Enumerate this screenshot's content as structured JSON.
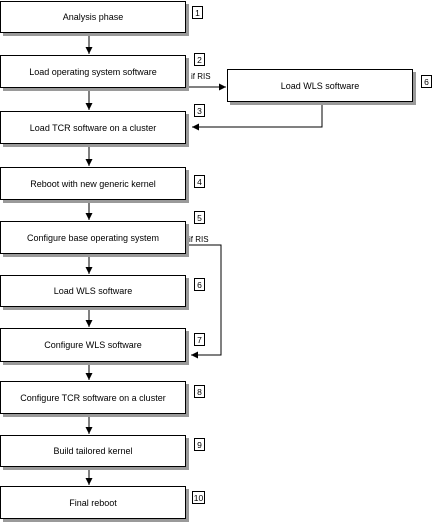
{
  "diagram": {
    "steps": [
      {
        "label": "Analysis phase",
        "number": "1"
      },
      {
        "label": "Load operating system software",
        "number": "2"
      },
      {
        "label": "Load TCR software on a cluster",
        "number": "3"
      },
      {
        "label": "Reboot with new generic kernel",
        "number": "4"
      },
      {
        "label": "Configure base operating system",
        "number": "5"
      },
      {
        "label": "Load WLS software",
        "number": "6"
      },
      {
        "label": "Configure WLS software",
        "number": "7"
      },
      {
        "label": "Configure TCR software on a cluster",
        "number": "8"
      },
      {
        "label": "Build tailored kernel",
        "number": "9"
      },
      {
        "label": "Final reboot",
        "number": "10"
      }
    ],
    "side_step": {
      "label": "Load WLS software",
      "number": "6"
    },
    "conditions": [
      "if RIS",
      "if RIS"
    ]
  }
}
